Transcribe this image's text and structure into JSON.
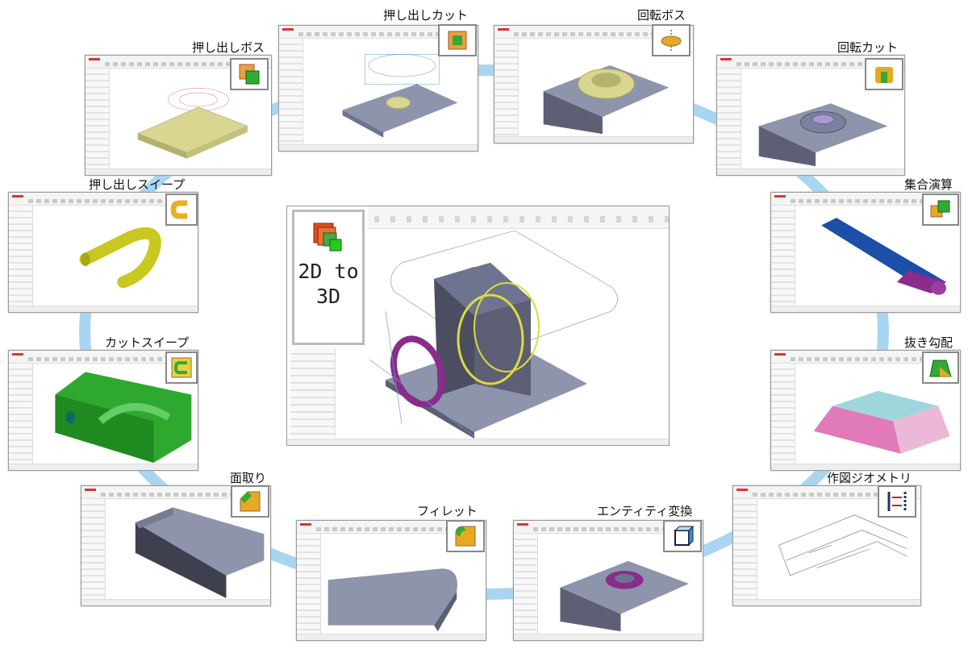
{
  "center": {
    "title_line1": "2D to",
    "title_line2": "3D",
    "icon": "2d-to-3d-icon"
  },
  "features": [
    {
      "label": "押し出しボス",
      "icon": "extruded-boss-icon"
    },
    {
      "label": "押し出しカット",
      "icon": "extruded-cut-icon"
    },
    {
      "label": "回転ボス",
      "icon": "revolved-boss-icon"
    },
    {
      "label": "回転カット",
      "icon": "revolved-cut-icon"
    },
    {
      "label": "集合演算",
      "icon": "combine-icon"
    },
    {
      "label": "抜き勾配",
      "icon": "draft-icon"
    },
    {
      "label": "作図ジオメトリ",
      "icon": "construction-geometry-icon"
    },
    {
      "label": "エンティティ変換",
      "icon": "convert-entities-icon"
    },
    {
      "label": "フィレット",
      "icon": "fillet-icon"
    },
    {
      "label": "面取り",
      "icon": "chamfer-icon"
    },
    {
      "label": "カットスイープ",
      "icon": "swept-cut-icon"
    },
    {
      "label": "押し出しスイープ",
      "icon": "swept-boss-icon"
    }
  ],
  "colors": {
    "ring": "#a8d6f2",
    "model": "#8a8fa8",
    "yellow": "#d7d86a",
    "green": "#2fa82f",
    "purple": "#8a2c8a",
    "blue": "#1c4fa8",
    "pink": "#e07ab8",
    "cyan": "#9fd6de"
  }
}
